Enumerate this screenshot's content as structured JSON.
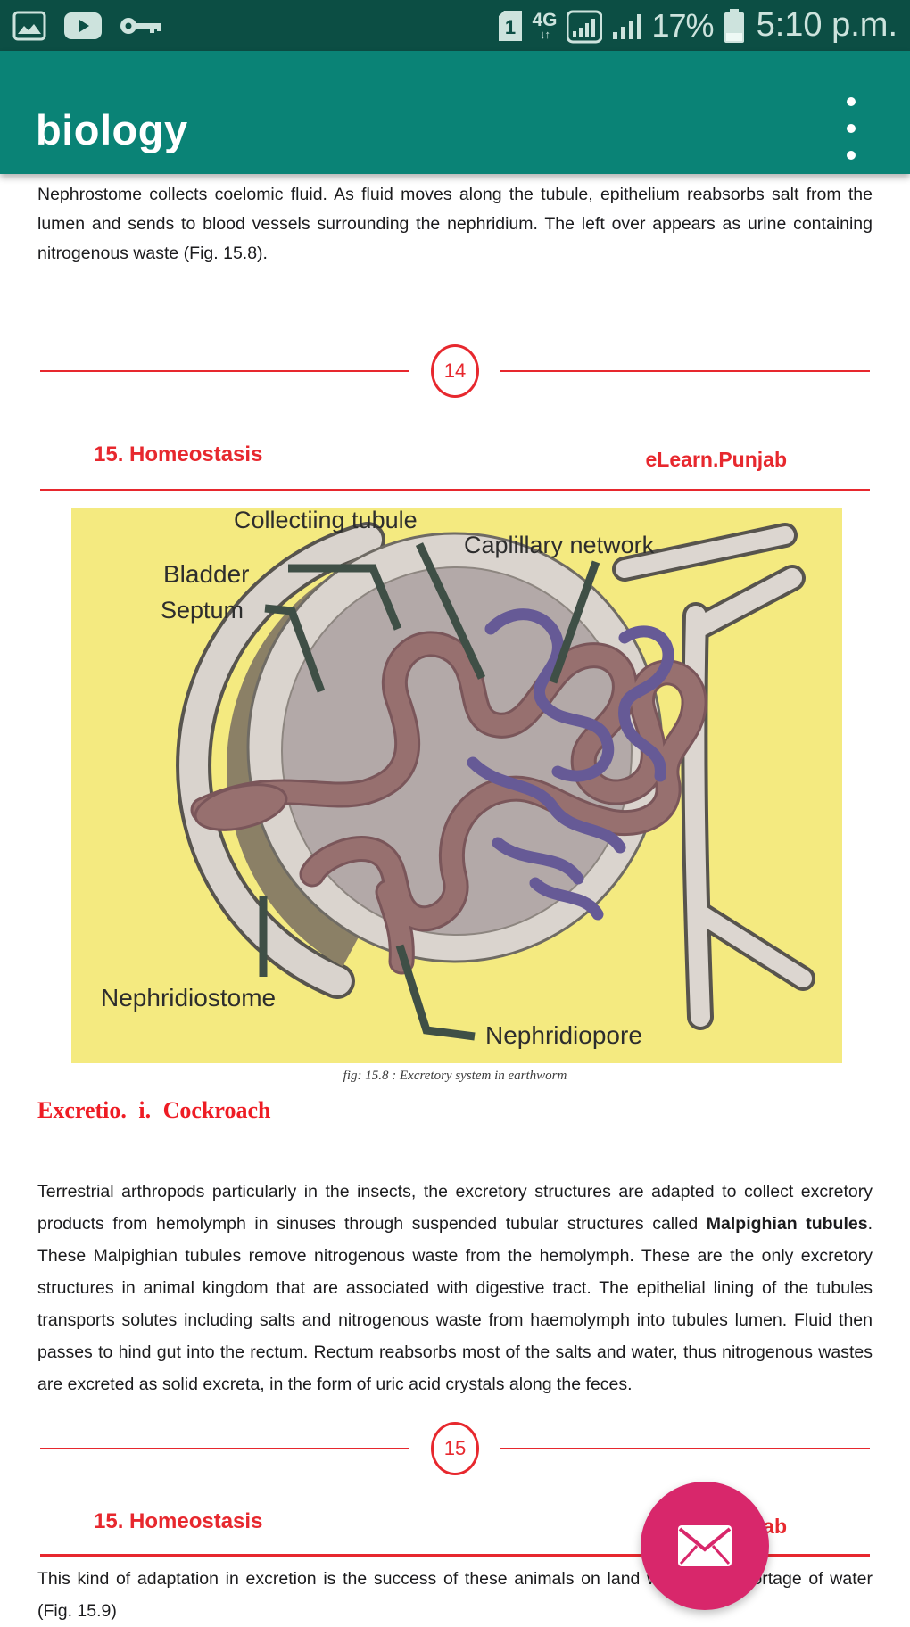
{
  "status_bar": {
    "time": "5:10 p.m.",
    "battery_percent": "17%",
    "network": "4G",
    "sim_slot": "1"
  },
  "app_bar": {
    "title": "biology"
  },
  "content": {
    "paragraph1": "Nephrostome collects coelomic fluid. As fluid moves along the tubule, epithelium reabsorbs salt from the lumen and sends to blood vessels surrounding the nephridium. The left over appears as urine containing nitrogenous waste (Fig. 15.8).",
    "page_break1": {
      "number": "14"
    },
    "header1": {
      "chapter": "15. Homeostasis",
      "brand": "eLearn.Punjab"
    },
    "figure": {
      "labels": {
        "collecting_tubule": "Collectiing tubule",
        "capillary_network": "Caplillary network",
        "bladder": "Bladder",
        "septum": "Septum",
        "nephridiostome": "Nephridiostome",
        "nephridiopore": "Nephridiopore"
      },
      "caption": "fig: 15.8 : Excretory system in earthworm"
    },
    "heading_cockroach": "Excretio. i. Cockroach",
    "paragraph2_part1": "Terrestrial arthropods particularly in the insects, the excretory structures are adapted to collect excretory products from hemolymph in sinuses through suspended tubular structures called ",
    "paragraph2_bold": "Malpighian tubules",
    "paragraph2_part2": ". These Malpighian tubules remove nitrogenous waste from the hemolymph. These are the only excretory structures in animal kingdom that are associated with digestive tract. The epithelial lining of the tubules transports solutes including salts and nitrogenous waste from haemolymph into tubules lumen. Fluid then passes to hind gut into the rectum. Rectum reabsorbs most of the salts and water, thus nitrogenous wastes are excreted as solid excreta, in the form of uric acid crystals along the feces.",
    "page_break2": {
      "number": "15"
    },
    "header2": {
      "chapter": "15. Homeostasis",
      "brand": "eLearn.Punjab"
    },
    "paragraph3": "This kind of adaptation in excretion is the success of these animals on land with acute shortage of water (Fig. 15.9)"
  },
  "fab": {
    "icon": "mail-envelope"
  },
  "colors": {
    "status_bar_bg": "#0c4e44",
    "app_bar_bg": "#0a8376",
    "accent_red": "#e7282e",
    "heading_red": "#ee1c24",
    "figure_bg": "#f4ea80",
    "fab_pink": "#d8276b",
    "status_fg": "#cde3dd"
  }
}
